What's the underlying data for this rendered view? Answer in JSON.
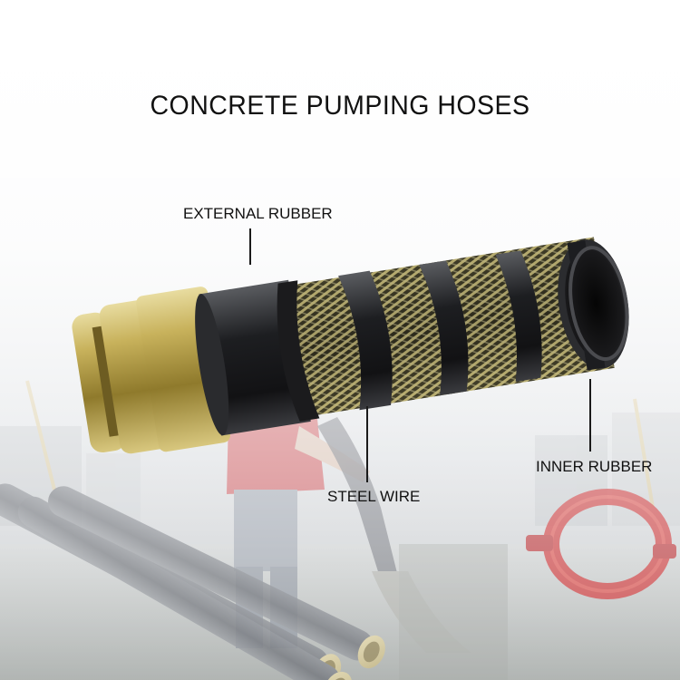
{
  "title": "CONCRETE PUMPING HOSES",
  "callouts": {
    "external_rubber": "EXTERNAL RUBBER",
    "steel_wire": "STEEL WIRE",
    "inner_rubber": "INNER RUBBER"
  },
  "colors": {
    "rubber": "#1c1c1e",
    "steel_wire": "#d9c97a",
    "brass_coupling": "#b9a24a",
    "clamp": "#c8282a",
    "worker_shirt": "#c8353a"
  },
  "icons": [
    "hose-coupling-graphic",
    "hose-cutaway-graphic",
    "hose-clamp-graphic"
  ]
}
